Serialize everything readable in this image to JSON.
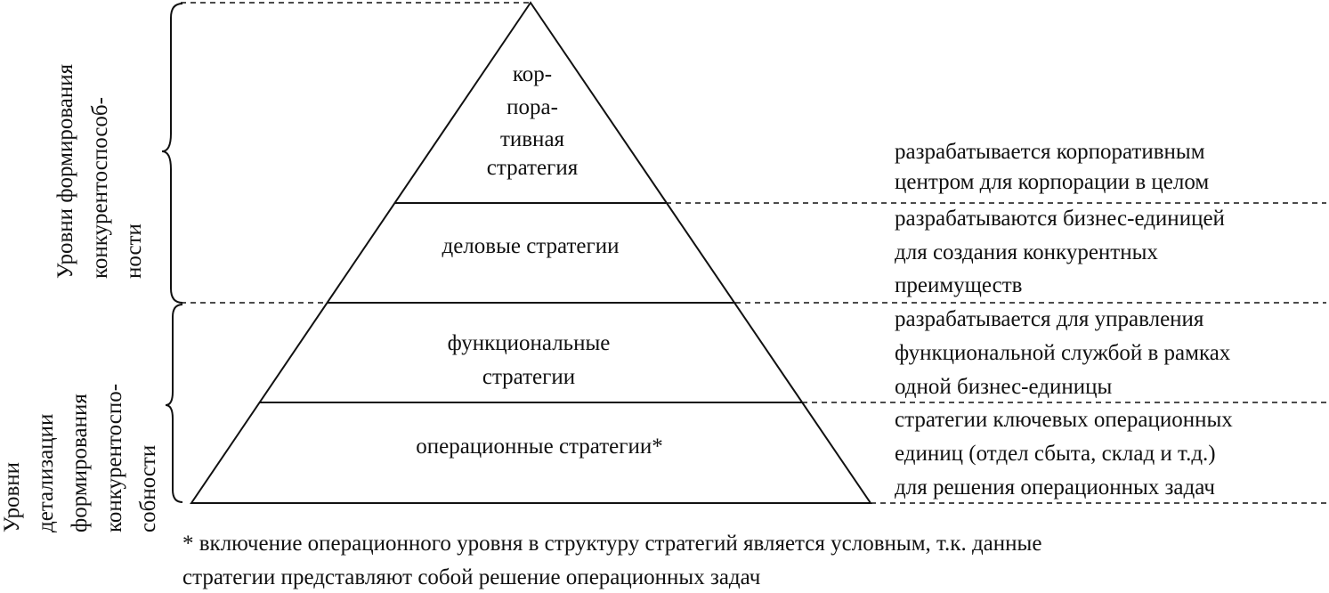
{
  "left_labels": {
    "upper": [
      "Уровни формирования",
      "конкурентоспособ-",
      "ности"
    ],
    "lower": [
      "Уровни",
      "детализации",
      "формирования",
      "конкурентоспо-",
      "собности"
    ]
  },
  "pyramid": {
    "corporate": [
      "кор-",
      "пора-",
      "тивная",
      "стратегия"
    ],
    "business": "деловые стратегии",
    "functional": [
      "функциональные",
      "стратегии"
    ],
    "operational": "операционные стратегии*"
  },
  "descriptions": {
    "corporate": [
      "разрабатывается корпоративным",
      "центром для корпорации в целом"
    ],
    "business": [
      "разрабатываются бизнес-единицей",
      "для создания конкурентных",
      "преимуществ"
    ],
    "functional": [
      "разрабатывается для управления",
      "функциональной службой в рамках",
      "одной бизнес-единицы"
    ],
    "operational": [
      "стратегии ключевых операционных",
      "единиц (отдел сбыта, склад и т.д.)",
      "для решения операционных задач"
    ]
  },
  "footnote": [
    "* включение операционного уровня в структуру стратегий является условным, т.к. данные",
    "стратегии представляют собой решение операционных задач"
  ]
}
